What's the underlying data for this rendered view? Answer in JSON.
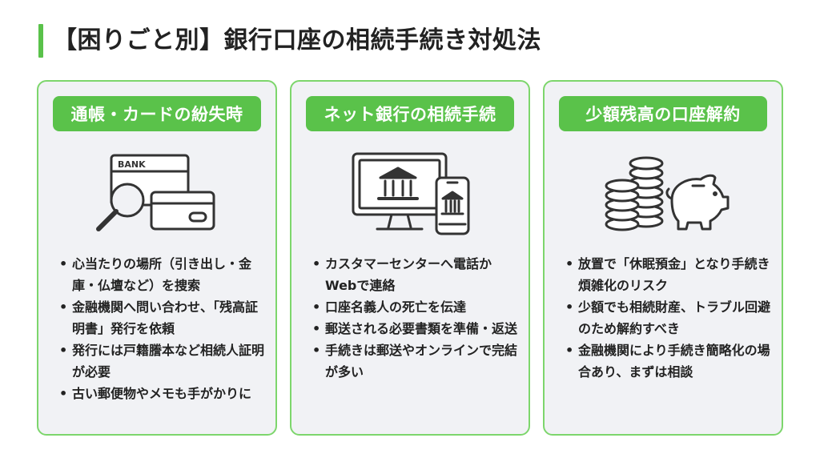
{
  "page": {
    "title": "【困りごと別】銀行口座の相続手続き対処法"
  },
  "cards": [
    {
      "header": "通帳・カードの紛失時",
      "icon": "bank-card-magnifier-icon",
      "icon_text": "BANK",
      "items": [
        "心当たりの場所（引き出し・金庫・仏壇など）を捜索",
        "金融機関へ問い合わせ、「残高証明書」発行を依頼",
        "発行には戸籍謄本など相続人証明が必要",
        "古い郵便物やメモも手がかりに"
      ]
    },
    {
      "header": "ネット銀行の相続手続",
      "icon": "monitor-smartphone-bank-icon",
      "items": [
        "カスタマーセンターへ電話かWebで連絡",
        "口座名義人の死亡を伝達",
        "郵送される必要書類を準備・返送",
        "手続きは郵送やオンラインで完結が多い"
      ]
    },
    {
      "header": "少額残高の口座解約",
      "icon": "coins-piggy-bank-icon",
      "items": [
        "放置で「休眠預金」となり手続き煩雑化のリスク",
        "少額でも相続財産、トラブル回避のため解約すべき",
        "金融機関により手続き簡略化の場合あり、まずは相談"
      ]
    }
  ],
  "colors": {
    "accent": "#5ac24a",
    "card_border": "#7dd66c",
    "card_bg": "#f1f2f5",
    "icon_stroke": "#333333"
  }
}
